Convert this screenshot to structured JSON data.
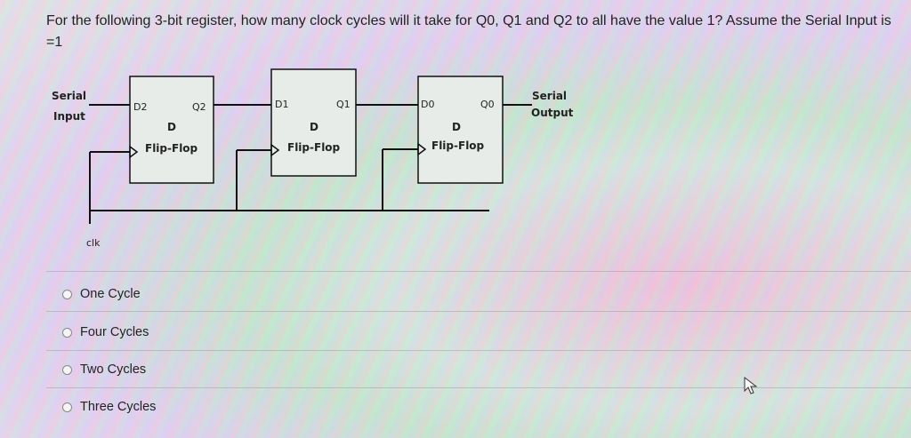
{
  "question": {
    "text": "For the following 3-bit register, how many clock cycles will it take for Q0, Q1 and Q2 to all have the value 1? Assume the Serial Input is =1"
  },
  "circuit": {
    "serial_input_line1": "Serial",
    "serial_input_line2": "Input",
    "serial_output_line1": "Serial",
    "serial_output_line2": "Output",
    "clk_label": "clk",
    "flip_flops": [
      {
        "d_pin": "D2",
        "q_pin": "Q2",
        "type_label": "D",
        "name_label": "Flip-Flop"
      },
      {
        "d_pin": "D1",
        "q_pin": "Q1",
        "type_label": "D",
        "name_label": "Flip-Flop"
      },
      {
        "d_pin": "D0",
        "q_pin": "Q0",
        "type_label": "D",
        "name_label": "Flip-Flop"
      }
    ]
  },
  "options": [
    {
      "label": "One Cycle"
    },
    {
      "label": "Four Cycles"
    },
    {
      "label": "Two Cycles"
    },
    {
      "label": "Three Cycles"
    }
  ],
  "icons": {
    "radio": "radio-circle-icon",
    "cursor": "mouse-pointer-icon"
  }
}
